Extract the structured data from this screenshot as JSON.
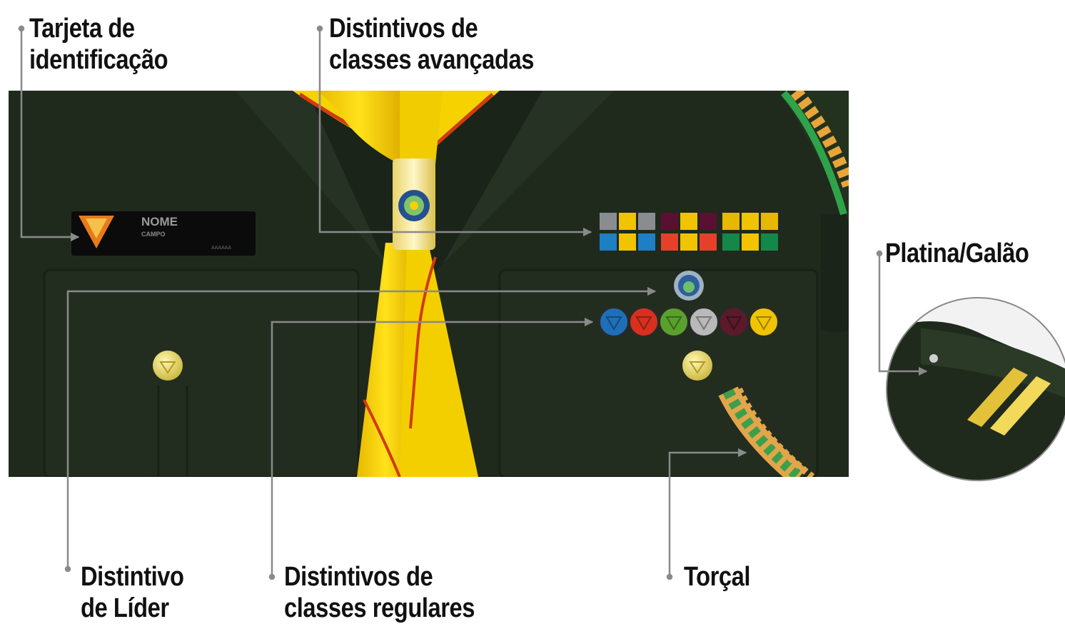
{
  "labels": {
    "name_tag": [
      "Tarjeta de",
      "identificação"
    ],
    "advanced_class_badges": [
      "Distintivos de",
      "classes avançadas"
    ],
    "epaulette": [
      "Platina/Galão"
    ],
    "leader_badge": [
      "Distintivo",
      "de Líder"
    ],
    "regular_class_badges": [
      "Distintivos de",
      "classes regulares"
    ],
    "cord": [
      "Torçal"
    ]
  },
  "name_tag_text": {
    "name": "NOME",
    "field": "CAMPO",
    "small": "AAAAAA"
  },
  "colors": {
    "uniform": "#1f2a1c",
    "uniform_dark": "#161e14",
    "scarf_yellow": "#f5d200",
    "scarf_stripe": "#d13a12",
    "leader_line": "#8a8a8a",
    "label_text": "#111111"
  },
  "advanced_badges": [
    [
      "#8a8d90",
      "#f0c400",
      "#8a8d90"
    ],
    [
      "#5a1030",
      "#f0c400",
      "#5a1030"
    ],
    [
      "#e6b800",
      "#f0c400",
      "#e6b800"
    ],
    [
      "#1d7fc4",
      "#f0c400",
      "#1d7fc4"
    ],
    [
      "#e5412a",
      "#f0c400",
      "#e5412a"
    ],
    [
      "#14884a",
      "#f0c400",
      "#14884a"
    ]
  ],
  "regular_badges": [
    "#1e6fb8",
    "#d8301f",
    "#5aa02c",
    "#b9b9b9",
    "#5a1a2a",
    "#f0c400"
  ]
}
